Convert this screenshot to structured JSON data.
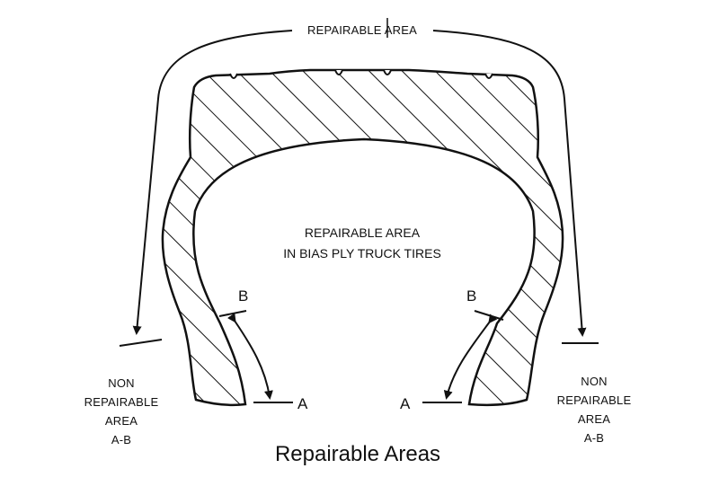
{
  "top_label": "REPAIRABLE AREA",
  "center_label": {
    "line1": "REPAIRABLE AREA",
    "line2": "IN BIAS PLY TRUCK TIRES"
  },
  "left_label": [
    "NON",
    "REPAIRABLE",
    "AREA",
    "A-B"
  ],
  "right_label": [
    "NON",
    "REPAIRABLE",
    "AREA",
    "A-B"
  ],
  "markers": {
    "left_b": "B",
    "left_a": "A",
    "right_b": "B",
    "right_a": "A"
  },
  "caption": "Repairable Areas",
  "colors": {
    "ink": "#111111",
    "paper": "#ffffff"
  }
}
